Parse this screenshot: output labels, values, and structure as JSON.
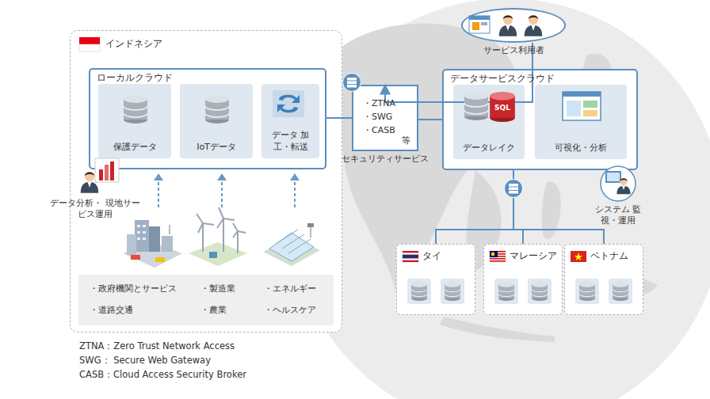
{
  "diagram": {
    "nodes": [
      {
        "text": [
          "インドネシア"
        ]
      },
      {
        "text": [
          "ローカルクラウド"
        ],
        "in": 0
      },
      {
        "text": [
          "保護データ"
        ],
        "in": 1
      },
      {
        "text": [
          "IoTデータ"
        ],
        "in": 1
      },
      {
        "text": [
          "データ 加工・転送"
        ],
        "in": 1
      },
      {
        "text": [
          "・政府機関とサービス",
          "・製造業",
          "・エネルギー",
          "・道路交通",
          "・農業",
          "・ヘルスケア"
        ],
        "in": 0
      },
      {
        "text": [
          "・ZTNA",
          "・SWG",
          "・CASB",
          "等",
          "セキュリティサービス"
        ]
      },
      {
        "text": [
          "サービス利用者"
        ]
      },
      {
        "text": [
          "データサービスクラウド"
        ]
      },
      {
        "text": [
          "データレイク"
        ],
        "in": 8
      },
      {
        "text": [
          "可視化・分析"
        ],
        "in": 8
      },
      {
        "text": [
          "タイ"
        ]
      },
      {
        "text": [
          "マレーシア"
        ]
      },
      {
        "text": [
          "ベトナム"
        ]
      }
    ],
    "edges": [
      {
        "from": 7,
        "to": 6,
        "arrow": "to"
      },
      {
        "from": 1,
        "to": 6,
        "arrow": "none"
      },
      {
        "from": 6,
        "to": 8,
        "arrow": "none"
      },
      {
        "from": 8,
        "to": 11,
        "arrow": "none"
      },
      {
        "from": 8,
        "to": 12,
        "arrow": "none"
      },
      {
        "from": 8,
        "to": 13,
        "arrow": "none"
      }
    ],
    "labels": [
      "データ分析・ 現地サービス運用",
      "システム 監視・運用",
      "SQL",
      "ZTNA：Zero Trust Network Access",
      "SWG： Secure Web Gateway",
      "CASB：Cloud Access Security Broker"
    ]
  }
}
